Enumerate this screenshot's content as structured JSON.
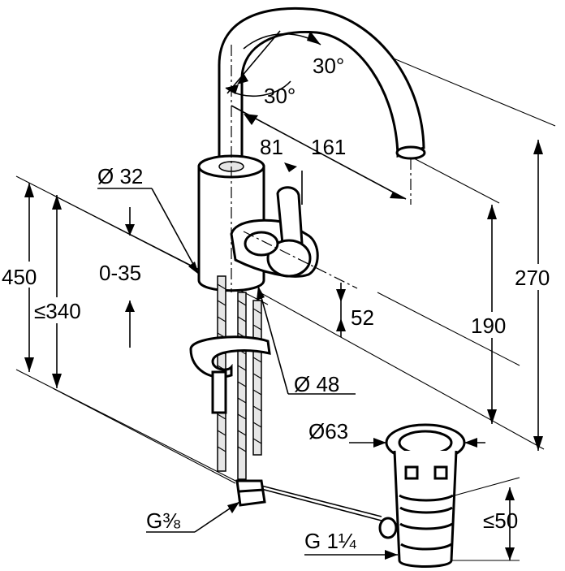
{
  "labels": {
    "angle_upper": "30°",
    "angle_lower": "30°",
    "dim_81": "81",
    "dim_161": "161",
    "dim_d32": "Ø 32",
    "dim_450": "450",
    "dim_0_35": "0-35",
    "dim_340": "≤340",
    "dim_52": "52",
    "dim_d48": "Ø 48",
    "dim_190": "190",
    "dim_270": "270",
    "dim_d63": "Ø63",
    "dim_50": "≤50",
    "thread_g38": "G⅜",
    "thread_g114": "G 1¼"
  }
}
